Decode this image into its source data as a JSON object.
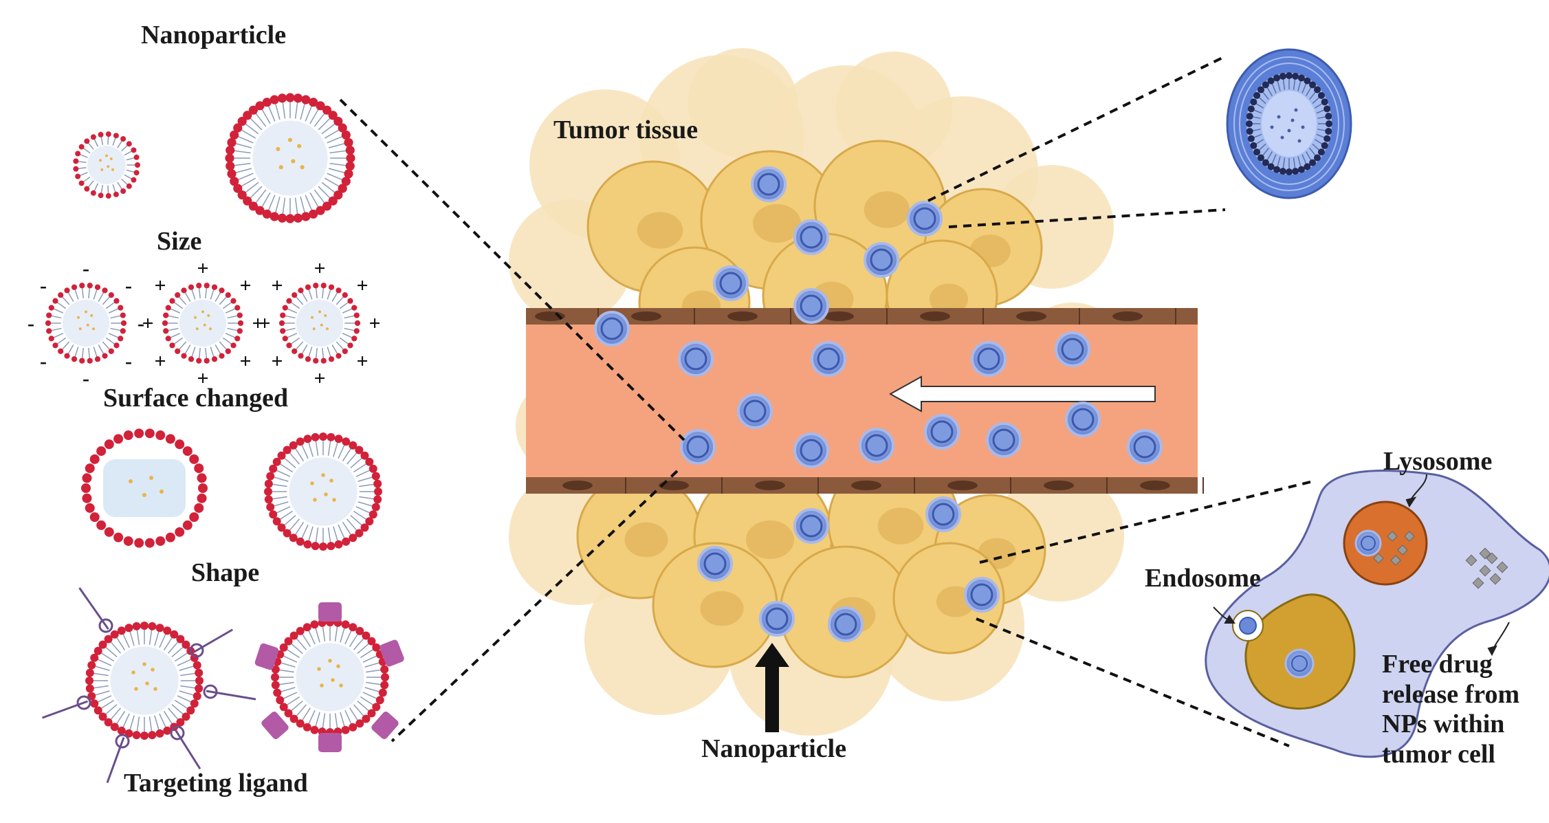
{
  "left_panel": {
    "title": "Nanoparticle",
    "size_label": "Size",
    "surface_label": "Surface changed",
    "shape_label": "Shape",
    "ligand_label": "Targeting ligand",
    "charge_groups": [
      {
        "sign": "-"
      },
      {
        "sign": "+"
      },
      {
        "sign": "+"
      }
    ]
  },
  "center": {
    "tissue_label": "Tumor tissue",
    "nanoparticle_label": "Nanoparticle"
  },
  "right_panel": {
    "lysosome_label": "Lysosome",
    "endosome_label": "Endosome",
    "release_label_lines": [
      "Free drug",
      "release from",
      "NPs  within",
      "tumor cell"
    ]
  },
  "colors": {
    "vessel_fill": "#f5a37e",
    "vessel_wall": "#8b5a3c",
    "tumor_cell": "#f2cd7a",
    "tumor_cell_light": "#f7e2b8",
    "nanoparticle_outer": "#8fa8e0",
    "nanoparticle_inner": "#4a6cc0",
    "lipid_head": "#d1223a",
    "micelle_outer": "#5b7fd6",
    "lysosome": "#d9702e",
    "endosome": "#d2a031",
    "cell_body": "#cdd3f0"
  }
}
